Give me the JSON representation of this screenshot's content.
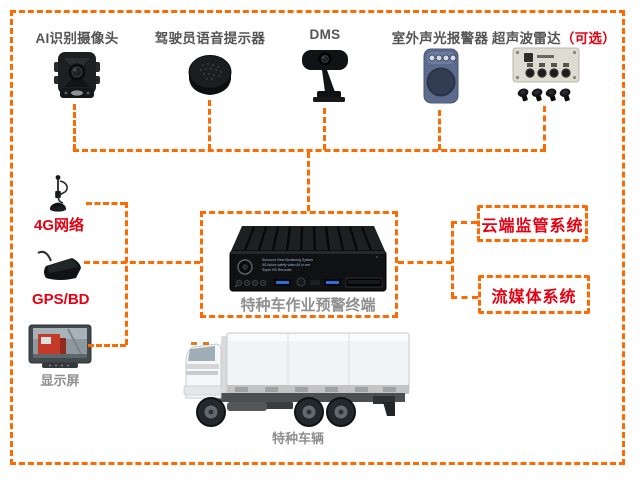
{
  "top_devices": [
    {
      "icon": "ai-camera-icon",
      "label": "AI识别摄像头"
    },
    {
      "icon": "voice-prompter-icon",
      "label": "驾驶员语音提示器"
    },
    {
      "icon": "dms-camera-icon",
      "label": "DMS"
    },
    {
      "icon": "outdoor-alarm-icon",
      "label": "室外声光报警器"
    },
    {
      "icon": "ultrasonic-radar-icon",
      "label": "超声波雷达",
      "optional_tag": "（可选）"
    }
  ],
  "left_devices": [
    {
      "icon": "4g-antenna-icon",
      "label": "4G网络"
    },
    {
      "icon": "gps-antenna-icon",
      "label": "GPS/BD"
    },
    {
      "icon": "display-monitor-icon",
      "label": "显示屏"
    }
  ],
  "terminal": {
    "caption": "特种车作业预警终端",
    "panel_text": [
      "Surround View Monitoring System",
      "5G Active safety video All in one",
      "Super HD  Recorder"
    ]
  },
  "right_systems": [
    {
      "label": "云端监管系统"
    },
    {
      "label": "流媒体系统"
    }
  ],
  "vehicle": {
    "caption": "特种车辆",
    "image": "truck-image"
  },
  "colors": {
    "connector_orange": "#ff6a00",
    "accent_red": "#e60012",
    "label_dark_gray": "#545454",
    "caption_gray": "#8f8f8f"
  }
}
